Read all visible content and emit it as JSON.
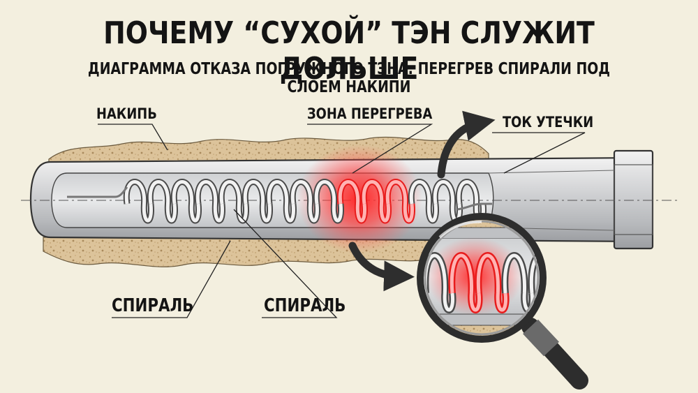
{
  "title": "ПОЧЕМУ “СУХОЙ” ТЭН СЛУЖИТ ДОЛЬШЕ",
  "subtitle": "ДИАГРАММА ОТКАЗА ПОГРУЖНОГО ТЭНА: ПЕРЕГРЕВ СПИРАЛИ ПОД СЛОЕМ НАКИПИ",
  "labels": {
    "scale": "НАКИПЬ",
    "overheat_zone": "ЗОНА ПЕРЕГРЕВА",
    "leakage_current": "ТОК УТЕЧКИ",
    "spiral_left": "СПИРАЛЬ",
    "spiral_right": "СПИРАЛЬ"
  },
  "colors": {
    "background": "#f3efdf",
    "scale": "#dcc39a",
    "tube": "#c9cacc",
    "hot": "#ff2a2a",
    "arrow": "#2e2e2e"
  }
}
